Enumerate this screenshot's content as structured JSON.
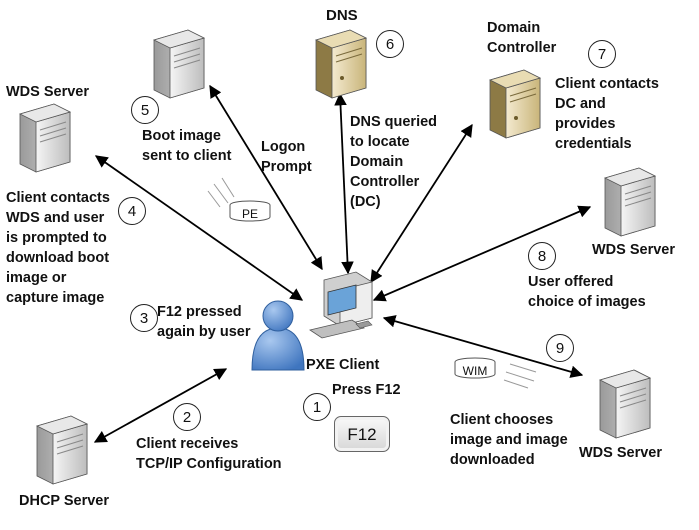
{
  "nodes": {
    "dns": "DNS",
    "domain_controller": "Domain\nController",
    "wds_server_top_left": "WDS Server",
    "wds_server_right": "WDS Server",
    "wds_server_bottom_right": "WDS Server",
    "dhcp_server": "DHCP Server",
    "pxe_client": "PXE Client"
  },
  "steps": [
    {
      "number": "1",
      "text": "Press F12"
    },
    {
      "number": "2",
      "text": "Client receives\nTCP/IP Configuration"
    },
    {
      "number": "3",
      "text": "F12 pressed\nagain by user"
    },
    {
      "number": "4",
      "text": "Client contacts\nWDS and user\nis prompted to\ndownload boot\nimage or\ncapture image"
    },
    {
      "number": "5",
      "text": "Boot image\nsent to client"
    },
    {
      "number": "6",
      "text": "DNS queried\nto locate\nDomain\nController\n(DC)"
    },
    {
      "number": "7",
      "text": "Client contacts\nDC and\nprovides\ncredentials"
    },
    {
      "number": "8",
      "text": "User offered\nchoice of images"
    },
    {
      "number": "9",
      "text": "Client chooses\nimage and image\ndownloaded"
    }
  ],
  "logon_prompt": "Logon\nPrompt",
  "key_label": "F12",
  "disk_pe": "PE",
  "disk_wim": "WIM",
  "icons": [
    "server-icon",
    "computer-icon",
    "user-icon",
    "disk-icon",
    "arrow-icon"
  ],
  "colors": {
    "arrow": "#000000",
    "user": "#5b8fd0",
    "server": "#d9d9d9",
    "dns_dc_server": "#e8d9a8"
  }
}
